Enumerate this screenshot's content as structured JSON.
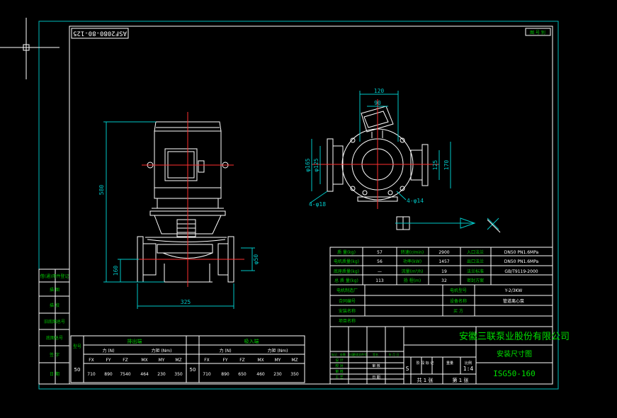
{
  "colors": {
    "background": "#000000",
    "frame": "#ffffff",
    "outer_frame": "#00bcbc",
    "geometry": "#ffffff",
    "center_lines": "#ff3030",
    "dimensions": "#00c8c8",
    "title_block_text": "#00c800",
    "company_text": "#00e000",
    "cursor": "#ffffff"
  },
  "icons": [
    "crosshair-cursor-icon",
    "ucs-icon"
  ],
  "drawing": {
    "rotated_code": "ASF2080-80-125",
    "corner_label": "图 号 别",
    "company": "安徽三联泵业股份有限公司",
    "title": "安装尺寸图",
    "model": "ISG50-160",
    "scale": "1:4",
    "sheet_count": "共 1 张",
    "sheet_no": "第 1 张"
  },
  "dimensions": {
    "front": {
      "overall_height": "580",
      "inlet_height": "160",
      "base_width": "325",
      "outlet_dia": "φ50"
    },
    "side": {
      "width_outer": "120",
      "width_inner": "90",
      "flange_left_outer": "φ165",
      "flange_left_inner": "φ125",
      "flange_right_inner": "125",
      "flange_right_outer": "170",
      "bolt_holes_flange": "4-φ18",
      "bolt_holes_base": "4-φ14"
    }
  },
  "spec_table": {
    "rows": [
      [
        "质  量(kg)",
        "57",
        "转速(r/min)",
        "2900",
        "入口法兰",
        "DN50 PN1.6MPa"
      ],
      [
        "电机质量(kg)",
        "56",
        "功率(kW)",
        "1457",
        "出口法兰",
        "DN50 PN1.6MPa"
      ],
      [
        "底座质量(kg)",
        "—",
        "流量(m³/h)",
        "19",
        "法兰标准",
        "GB/T9119-2000"
      ],
      [
        "总 质 量(kg)",
        "113",
        "扬 程(m)",
        "32",
        "密封方案",
        ""
      ]
    ],
    "info_rows": [
      [
        "电机制造厂",
        "",
        "电机型号",
        "Y-2/3KW"
      ],
      [
        "合同编号",
        "",
        "设备名称",
        "管道离心泵"
      ],
      [
        "安装名称",
        "",
        "买  方",
        ""
      ],
      [
        "项目名称",
        "",
        "",
        ""
      ]
    ]
  },
  "side_labels": [
    "借(通)用件登记",
    "描  图",
    "描  校",
    "旧底图总号",
    "底图总号",
    "签  字",
    "日  期"
  ],
  "load_table": {
    "number_header": "型号",
    "left_title": "排出端",
    "right_title": "吸入端",
    "force_label": "力 (N)",
    "moment_label": "力矩 (Nm)",
    "columns": [
      "FX",
      "FY",
      "FZ",
      "MX",
      "MY",
      "MZ"
    ],
    "dn": "50",
    "left_values": [
      "710",
      "890",
      "7540",
      "464",
      "230",
      "350"
    ],
    "right_values": [
      "710",
      "890",
      "650",
      "460",
      "230",
      "350"
    ]
  },
  "title_block": {
    "left_labels": [
      "标记",
      "处数",
      "分区",
      "更改文件号",
      "签名",
      "年 月 日"
    ],
    "roles": [
      "设 计",
      "校 对",
      "审 核",
      "工 艺"
    ],
    "names": [
      "",
      "审 核",
      "",
      "日 期"
    ],
    "grid_headers": [
      "阶 段 标 记",
      "重量",
      "比例"
    ],
    "stage": "S"
  }
}
